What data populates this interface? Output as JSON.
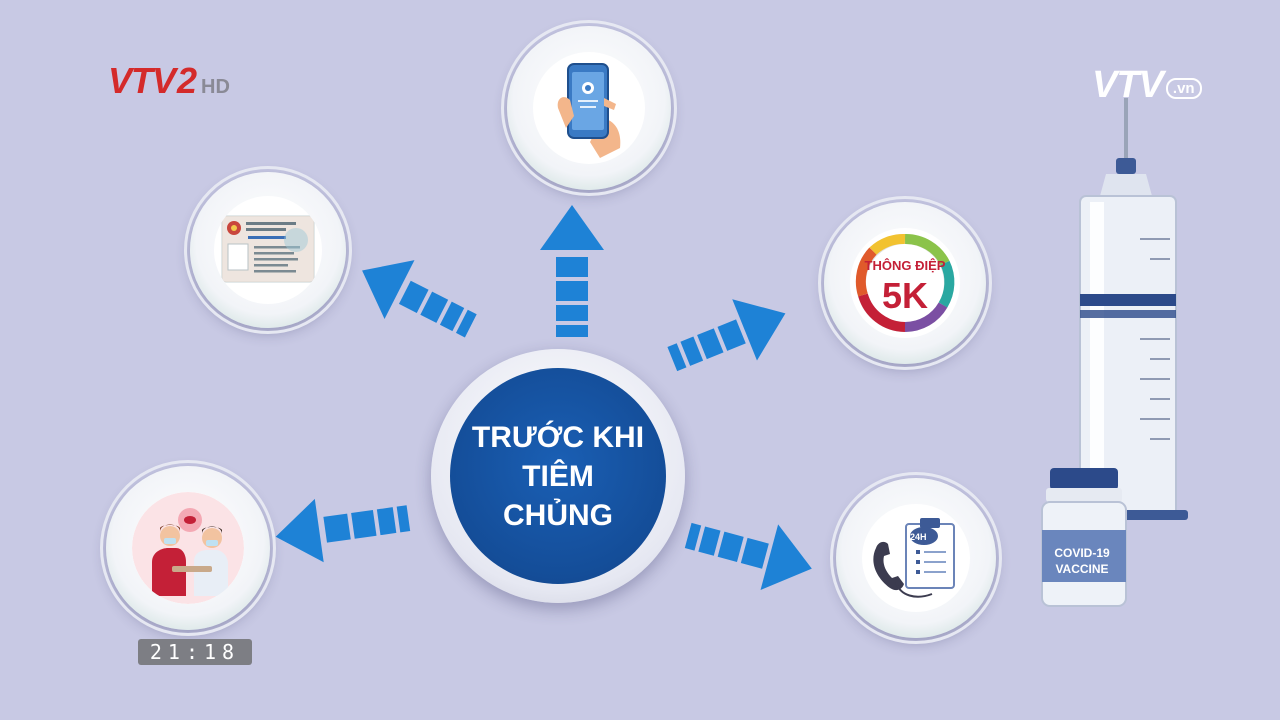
{
  "logos": {
    "top_left": {
      "brand": "VTV",
      "channel": "2",
      "suffix": "HD"
    },
    "top_right": {
      "brand": "VTV",
      "tld": ".vn"
    }
  },
  "clock": "21:18",
  "center": {
    "lines": [
      "TRƯỚC KHI",
      "TIÊM",
      "CHỦNG"
    ]
  },
  "satellites": [
    {
      "id": "id-card",
      "icon": "id-card-icon"
    },
    {
      "id": "phone-app",
      "icon": "smartphone-app-icon"
    },
    {
      "id": "message-5k",
      "icon": "message-5k-badge-icon",
      "label": "THÔNG ĐIỆP",
      "big": "5K"
    },
    {
      "id": "hotline",
      "icon": "hotline-24h-icon",
      "badge": "24H"
    },
    {
      "id": "medical-consult",
      "icon": "medical-consultation-icon"
    }
  ],
  "syringe": {
    "vial_label": [
      "COVID-19",
      "VACCINE"
    ]
  },
  "colors": {
    "background": "#c8c9e4",
    "center_blue": "#144d98",
    "arrow_blue": "#1e82d6",
    "accent_red": "#c42037",
    "vtv2_red": "#d42a2a",
    "teal_ring": "#a9ccc7"
  }
}
